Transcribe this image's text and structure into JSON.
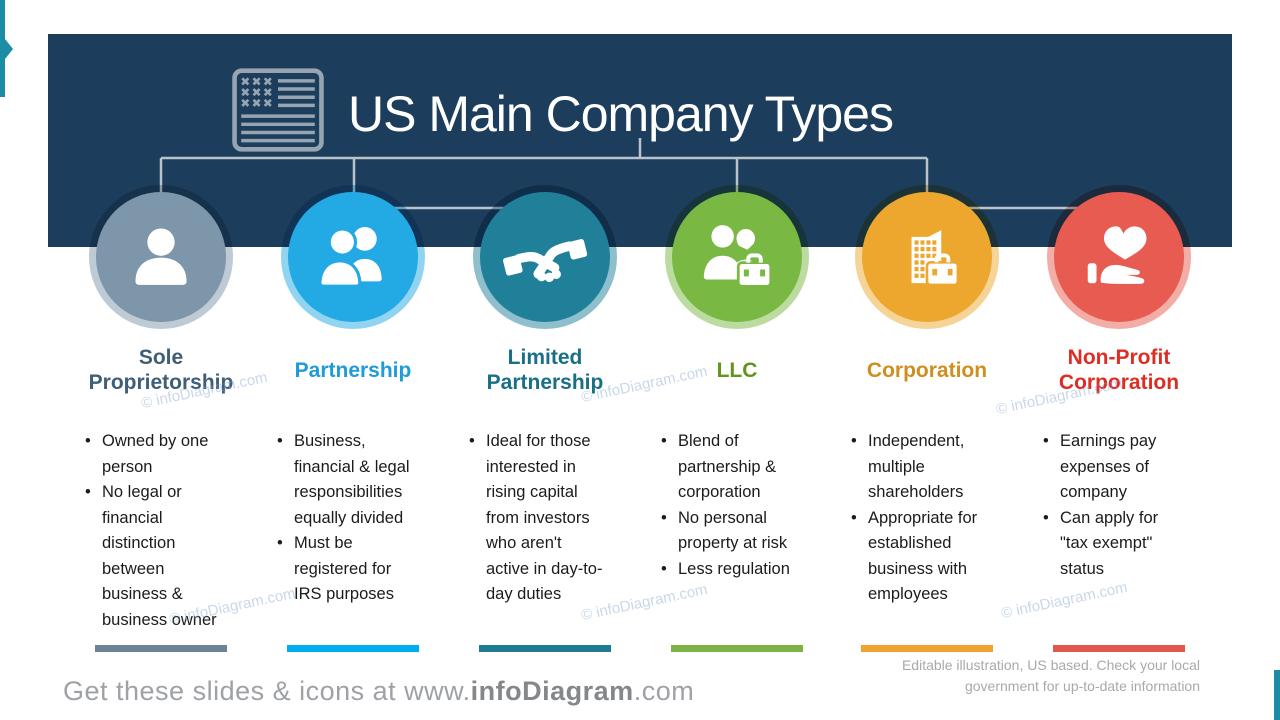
{
  "slide": {
    "title": "US Main Company Types",
    "watermark": "© infoDiagram.com",
    "footer_left": {
      "prefix": "Get these slides & icons at www.",
      "brand": "infoDiagram",
      "suffix": ".com"
    },
    "footer_right": {
      "line1": "Editable illustration, US based. Check your local",
      "line2": "government for up-to-date information"
    }
  },
  "colors": {
    "header_bg": "#1C3D5B",
    "connector": "#B9C3CB",
    "accent": "#1C8DA5",
    "bullet_text": "#1B1B1B"
  },
  "columns": [
    {
      "title": "Sole Proprietorship",
      "icon": "person-icon",
      "color": "#7E96A9",
      "ring_color": "rgba(126,150,169,0.5)",
      "title_color": "#3F5E78",
      "bar_color": "#6A8396",
      "bullets": [
        "Owned by one person",
        "No legal or financial distinction between business & business owner"
      ]
    },
    {
      "title": "Partnership",
      "icon": "two-people-icon",
      "color": "#23AAE4",
      "ring_color": "rgba(35,170,228,0.5)",
      "title_color": "#1E9CD7",
      "bar_color": "#00AEEF",
      "bullets": [
        "Business, financial & legal responsibilities equally divided",
        "Must be registered for IRS purposes"
      ]
    },
    {
      "title": "Limited Partnership",
      "icon": "handshake-icon",
      "color": "#20809A",
      "ring_color": "rgba(32,128,154,0.5)",
      "title_color": "#196F86",
      "bar_color": "#1B7C92",
      "bullets": [
        "Ideal for those interested in rising capital from investors who aren't active in day-to-day duties"
      ]
    },
    {
      "title": "LLC",
      "icon": "people-briefcase-icon",
      "color": "#7AB844",
      "ring_color": "rgba(122,184,68,0.5)",
      "title_color": "#61951F",
      "bar_color": "#7CB342",
      "bullets": [
        "Blend of partnership & corporation",
        "No personal property at risk",
        "Less regulation"
      ]
    },
    {
      "title": "Corporation",
      "icon": "building-briefcase-icon",
      "color": "#EDA72E",
      "ring_color": "rgba(237,167,46,0.5)",
      "title_color": "#D08E1E",
      "bar_color": "#F0A32F",
      "bullets": [
        "Independent, multiple shareholders",
        "Appropriate for established business with employees"
      ]
    },
    {
      "title": "Non-Profit Corporation",
      "icon": "heart-in-hand-icon",
      "color": "#E85B50",
      "ring_color": "rgba(232,91,80,0.5)",
      "title_color": "#DD2E23",
      "bar_color": "#E2574C",
      "bullets": [
        "Earnings pay expenses of company",
        "Can apply for \"tax exempt\" status"
      ]
    }
  ]
}
